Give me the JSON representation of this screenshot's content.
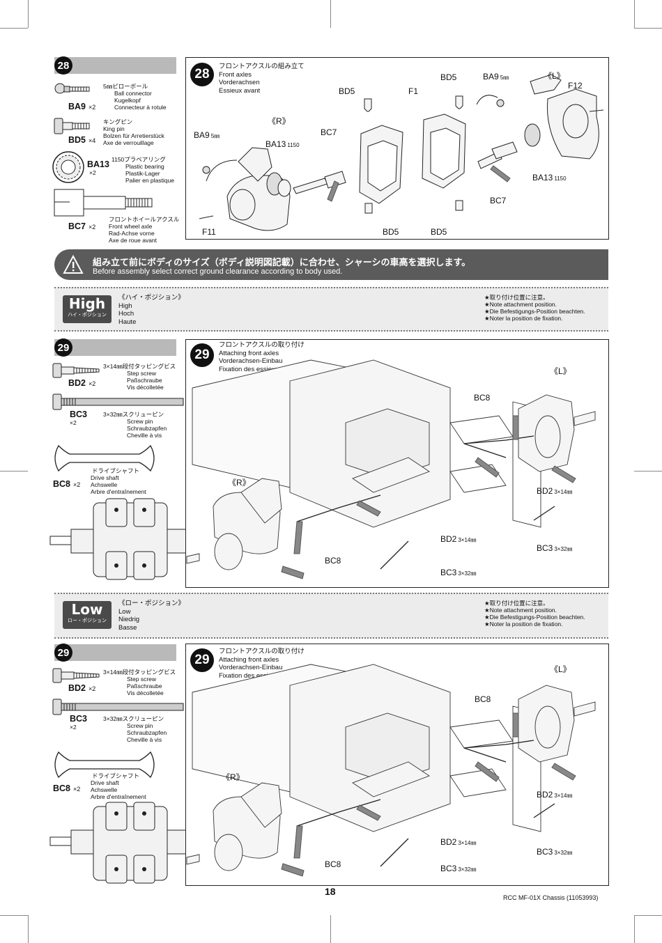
{
  "step28": {
    "number": "28",
    "parts": [
      {
        "code": "BA9",
        "qty": "×2",
        "desc": [
          "5㎜ピローボール",
          "Ball connector",
          "Kugelkopf",
          "Connecteur à rotule"
        ]
      },
      {
        "code": "BD5",
        "qty": "×4",
        "desc": [
          "キングピン",
          "King pin",
          "Bolzen für Arretierstück",
          "Axe de verrouillage"
        ]
      },
      {
        "code": "BA13",
        "qty": "×2",
        "desc": [
          "1150プラベアリング",
          "Plastic bearing",
          "Plastik-Lager",
          "Palier en plastique"
        ]
      },
      {
        "code": "BC7",
        "qty": "×2",
        "desc": [
          "フロントホイールアクスル",
          "Front wheel axle",
          "Rad-Achse vorne",
          "Axe de roue avant"
        ]
      }
    ],
    "panel_title": [
      "フロントアクスルの組み立て",
      "Front axles",
      "Vorderachsen",
      "Essieux avant"
    ],
    "labels": {
      "R": "《R》",
      "L": "《L》",
      "BA9": "BA9",
      "BA9_size": "5㎜",
      "BA9b": "BA9",
      "BA9b_size": "5㎜",
      "BA13": "BA13",
      "BA13_size": "1150",
      "BA13b": "BA13",
      "BA13b_size": "1150",
      "BC7": "BC7",
      "BC7b": "BC7",
      "BD5a": "BD5",
      "BD5b": "BD5",
      "BD5c": "BD5",
      "BD5d": "BD5",
      "F1": "F1",
      "F11": "F11",
      "F12": "F12"
    }
  },
  "warning": {
    "line1": "組み立て前にボディのサイズ（ボディ説明図記載）に合わせ、シャーシの車高を選択します。",
    "line2": "Before assembly select correct ground clearance according to body used."
  },
  "high": {
    "badge": "High",
    "badge_sub": "ハイ・ポジション",
    "names": [
      "《ハイ・ポジション》",
      "High",
      "Hoch",
      "Haute"
    ],
    "note": [
      "★取り付け位置に注意。",
      "★Note attachment position.",
      "★Die Befestigungs-Position beachten.",
      "★Noter la position de fixation."
    ]
  },
  "low": {
    "badge": "Low",
    "badge_sub": "ロー・ポジション",
    "names": [
      "《ロー・ポジション》",
      "Low",
      "Niedrig",
      "Basse"
    ],
    "note": [
      "★取り付け位置に注意。",
      "★Note attachment position.",
      "★Die Befestigungs-Position beachten.",
      "★Noter la position de fixation."
    ]
  },
  "step29": {
    "number": "29",
    "parts": [
      {
        "code": "BD2",
        "qty": "×2",
        "desc": [
          "3×14㎜段付タッピングビス",
          "Step screw",
          "Paßschraube",
          "Vis décolletée"
        ]
      },
      {
        "code": "BC3",
        "qty": "×2",
        "desc": [
          "3×32㎜スクリューピン",
          "Screw pin",
          "Schraubzapfen",
          "Cheville à vis"
        ]
      },
      {
        "code": "BC8",
        "qty": "×2",
        "desc": [
          "ドライブシャフト",
          "Drive shaft",
          "Achswelle",
          "Arbre d'entraînement"
        ]
      }
    ],
    "panel_title": [
      "フロントアクスルの取り付け",
      "Attaching front axles",
      "Vorderachsen-Einbau",
      "Fixation des essieux avant"
    ],
    "labels": {
      "R": "《R》",
      "L": "《L》",
      "BC8a": "BC8",
      "BC8b": "BC8",
      "BD2a": "BD2",
      "BD2a_size": "3×14㎜",
      "BD2b": "BD2",
      "BD2b_size": "3×14㎜",
      "BC3a": "BC3",
      "BC3a_size": "3×32㎜",
      "BC3b": "BC3",
      "BC3b_size": "3×32㎜"
    }
  },
  "footer": {
    "page_number": "18",
    "doc_code": "RCC MF-01X Chassis (11053993)"
  }
}
